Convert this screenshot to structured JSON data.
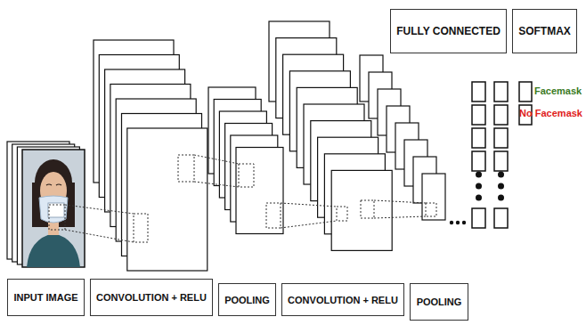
{
  "diagram": {
    "nodes": [
      {
        "text": [
          "FULLY CONNECTED"
        ]
      },
      {
        "text": [
          "SOFTMAX"
        ]
      },
      {
        "text": [
          "INPUT IMAGE"
        ]
      },
      {
        "text": [
          "CONVOLUTION + RELU"
        ]
      },
      {
        "text": [
          "POOLING"
        ]
      },
      {
        "text": [
          "CONVOLUTION + RELU"
        ]
      },
      {
        "text": [
          "POOLING"
        ]
      }
    ],
    "labels": [
      "Facemask",
      "No Facemask"
    ]
  }
}
